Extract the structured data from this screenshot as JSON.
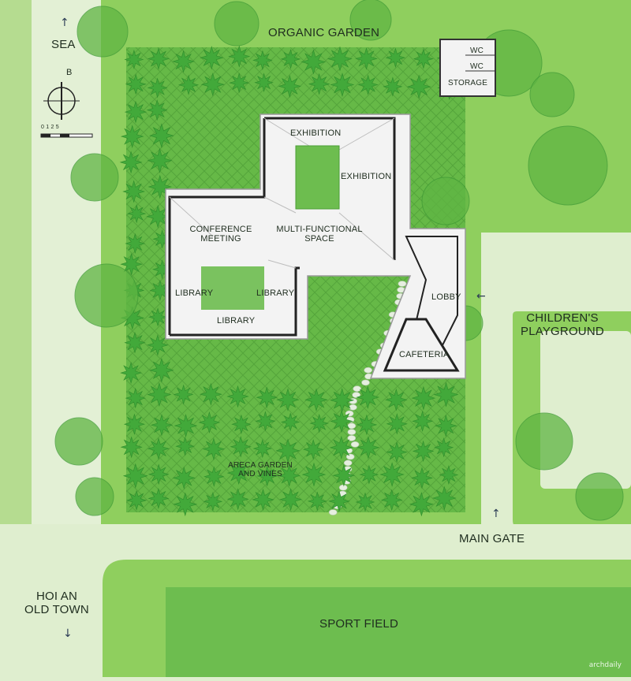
{
  "labels": {
    "sea": "SEA",
    "organic_garden": "ORGANIC GARDEN",
    "north": "B",
    "scale_text": "0 1 2      5",
    "wc_1": "WC",
    "wc_2": "WC",
    "storage": "STORAGE",
    "exhibition_top": "EXHIBITION",
    "exhibition_right": "EXHIBITION",
    "conference_line1": "CONFERENCE",
    "conference_line2": "MEETING",
    "multi_line1": "MULTI-FUNCTIONAL",
    "multi_line2": "SPACE",
    "library_left": "LIBRARY",
    "library_mid": "LIBRARY",
    "library_bottom": "LIBRARY",
    "lobby": "LOBBY",
    "cafeteria": "CAFETERIA",
    "childrens_line1": "CHILDREN'S",
    "childrens_line2": "PLAYGROUND",
    "areca_line1": "ARECA GARDEN",
    "areca_line2": "AND VINES",
    "main_gate": "MAIN GATE",
    "hoi_an_line1": "HOI AN",
    "hoi_an_line2": "OLD TOWN",
    "sport_field": "SPORT FIELD"
  },
  "icons": {
    "sea_arrow": "arrow-up",
    "lobby_arrow": "arrow-left",
    "main_gate_arrow": "arrow-up",
    "hoi_an_arrow": "arrow-down"
  },
  "colors": {
    "background": "#dfeecf",
    "site": "#8fcf5e",
    "garden_dark": "#5fb543",
    "tree": "#42a93a",
    "tree_dark": "#2f8c2b",
    "sport_field": "#6dbd4f",
    "path": "#e8f2dc",
    "building_floor": "#f3f3f3",
    "wall": "#222222",
    "door_arrow": "#2b3b55"
  },
  "watermark": "archdaily"
}
